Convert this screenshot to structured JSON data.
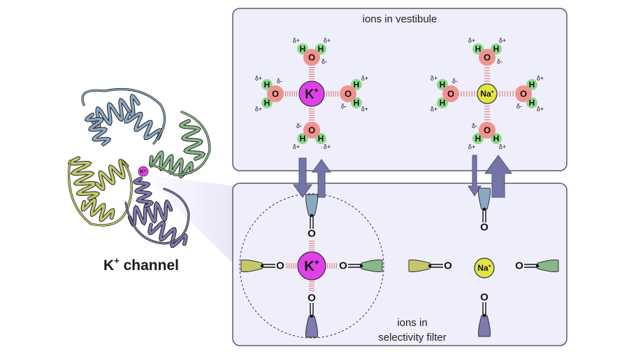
{
  "panels": {
    "vestibule_label": "ions in vestibule",
    "filter_label_line1": "ions in",
    "filter_label_line2": "selectivity filter"
  },
  "channel": {
    "label_base": "K",
    "label_sup": "+",
    "label_rest": " channel",
    "center_ion": "K⁺"
  },
  "ions": {
    "potassium": {
      "symbol": "K",
      "charge": "+"
    },
    "sodium": {
      "symbol": "Na",
      "charge": "+"
    }
  },
  "atoms": {
    "oxygen": "O",
    "hydrogen": "H"
  },
  "partial_charges": {
    "positive": "δ+",
    "negative": "δ-"
  },
  "colors": {
    "panel_fill": "#efeefb",
    "panel_stroke": "#5a5a66",
    "potassium": "#e040e8",
    "sodium": "#e1e545",
    "oxygen": "#f0928e",
    "hydrogen": "#8fd98d",
    "bond": "#e58a90",
    "arrow": "#7474a8",
    "helix_blue": "#8aa8c4",
    "helix_green": "#88b887",
    "helix_yellow": "#c4c86a",
    "helix_purple": "#7f7ab0"
  }
}
